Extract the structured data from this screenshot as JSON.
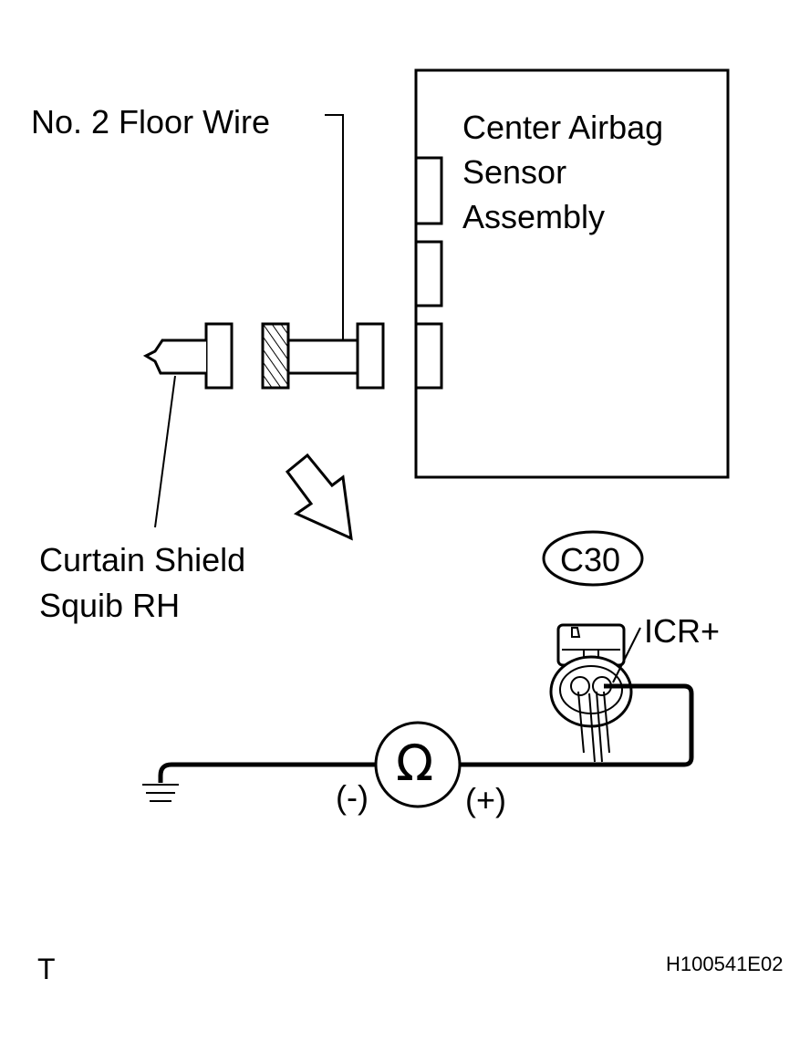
{
  "labels": {
    "floor_wire": "No. 2 Floor Wire",
    "ecu_line1": "Center Airbag",
    "ecu_line2": "Sensor",
    "ecu_line3": "Assembly",
    "squib_line1": "Curtain Shield",
    "squib_line2": "Squib RH",
    "connector_code": "C30",
    "terminal": "ICR+",
    "meter_symbol": "Ω",
    "probe_negative": "(-)",
    "probe_positive": "(+)",
    "corner_mark": "T",
    "figure_id": "H100541E02"
  },
  "colors": {
    "line": "#000000",
    "background": "#ffffff"
  }
}
